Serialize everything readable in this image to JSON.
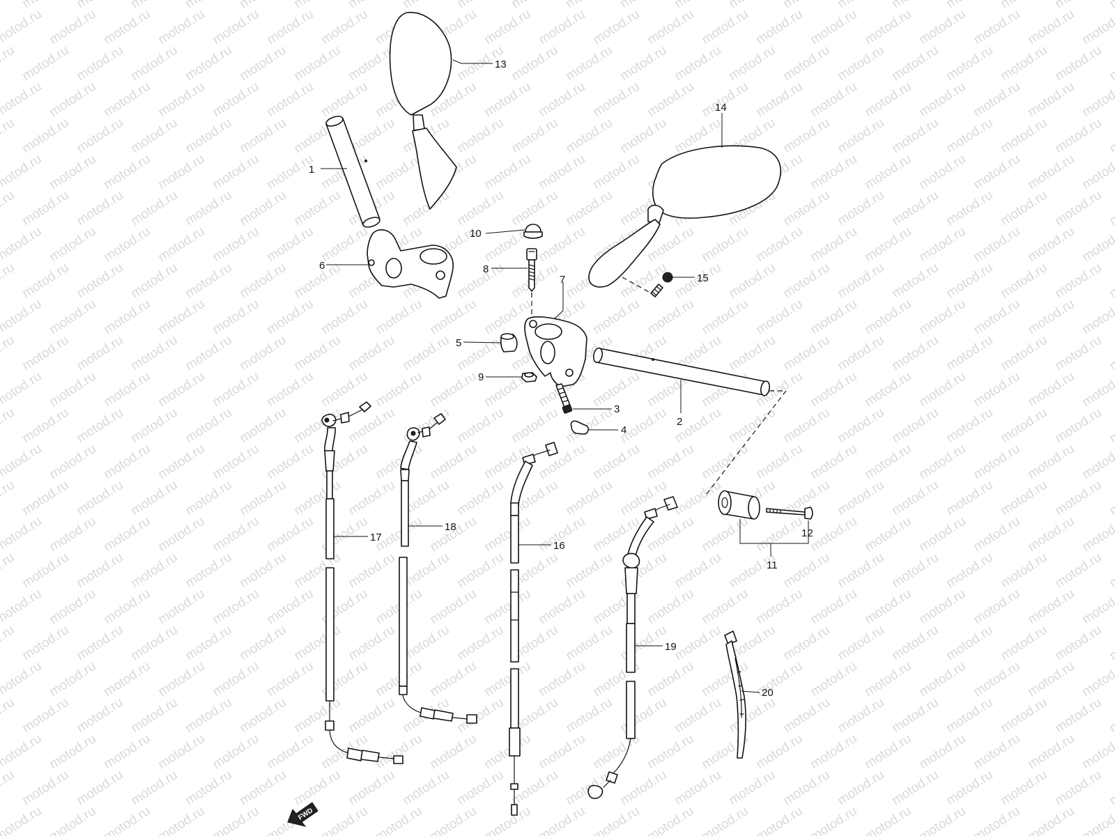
{
  "watermark": {
    "text": "motod.ru",
    "color": "#d9d9d9"
  },
  "colors": {
    "line": "#111111",
    "background": "#ffffff"
  },
  "fwd_label": "FWD",
  "callouts": [
    {
      "id": "1",
      "label": "1"
    },
    {
      "id": "2",
      "label": "2"
    },
    {
      "id": "3",
      "label": "3"
    },
    {
      "id": "4",
      "label": "4"
    },
    {
      "id": "5",
      "label": "5"
    },
    {
      "id": "6",
      "label": "6"
    },
    {
      "id": "7",
      "label": "7"
    },
    {
      "id": "8",
      "label": "8"
    },
    {
      "id": "9",
      "label": "9"
    },
    {
      "id": "10",
      "label": "10"
    },
    {
      "id": "11",
      "label": "11"
    },
    {
      "id": "12",
      "label": "12"
    },
    {
      "id": "13",
      "label": "13"
    },
    {
      "id": "14",
      "label": "14"
    },
    {
      "id": "15",
      "label": "15"
    },
    {
      "id": "16",
      "label": "16"
    },
    {
      "id": "17",
      "label": "17"
    },
    {
      "id": "18",
      "label": "18"
    },
    {
      "id": "19",
      "label": "19"
    },
    {
      "id": "20",
      "label": "20"
    }
  ]
}
